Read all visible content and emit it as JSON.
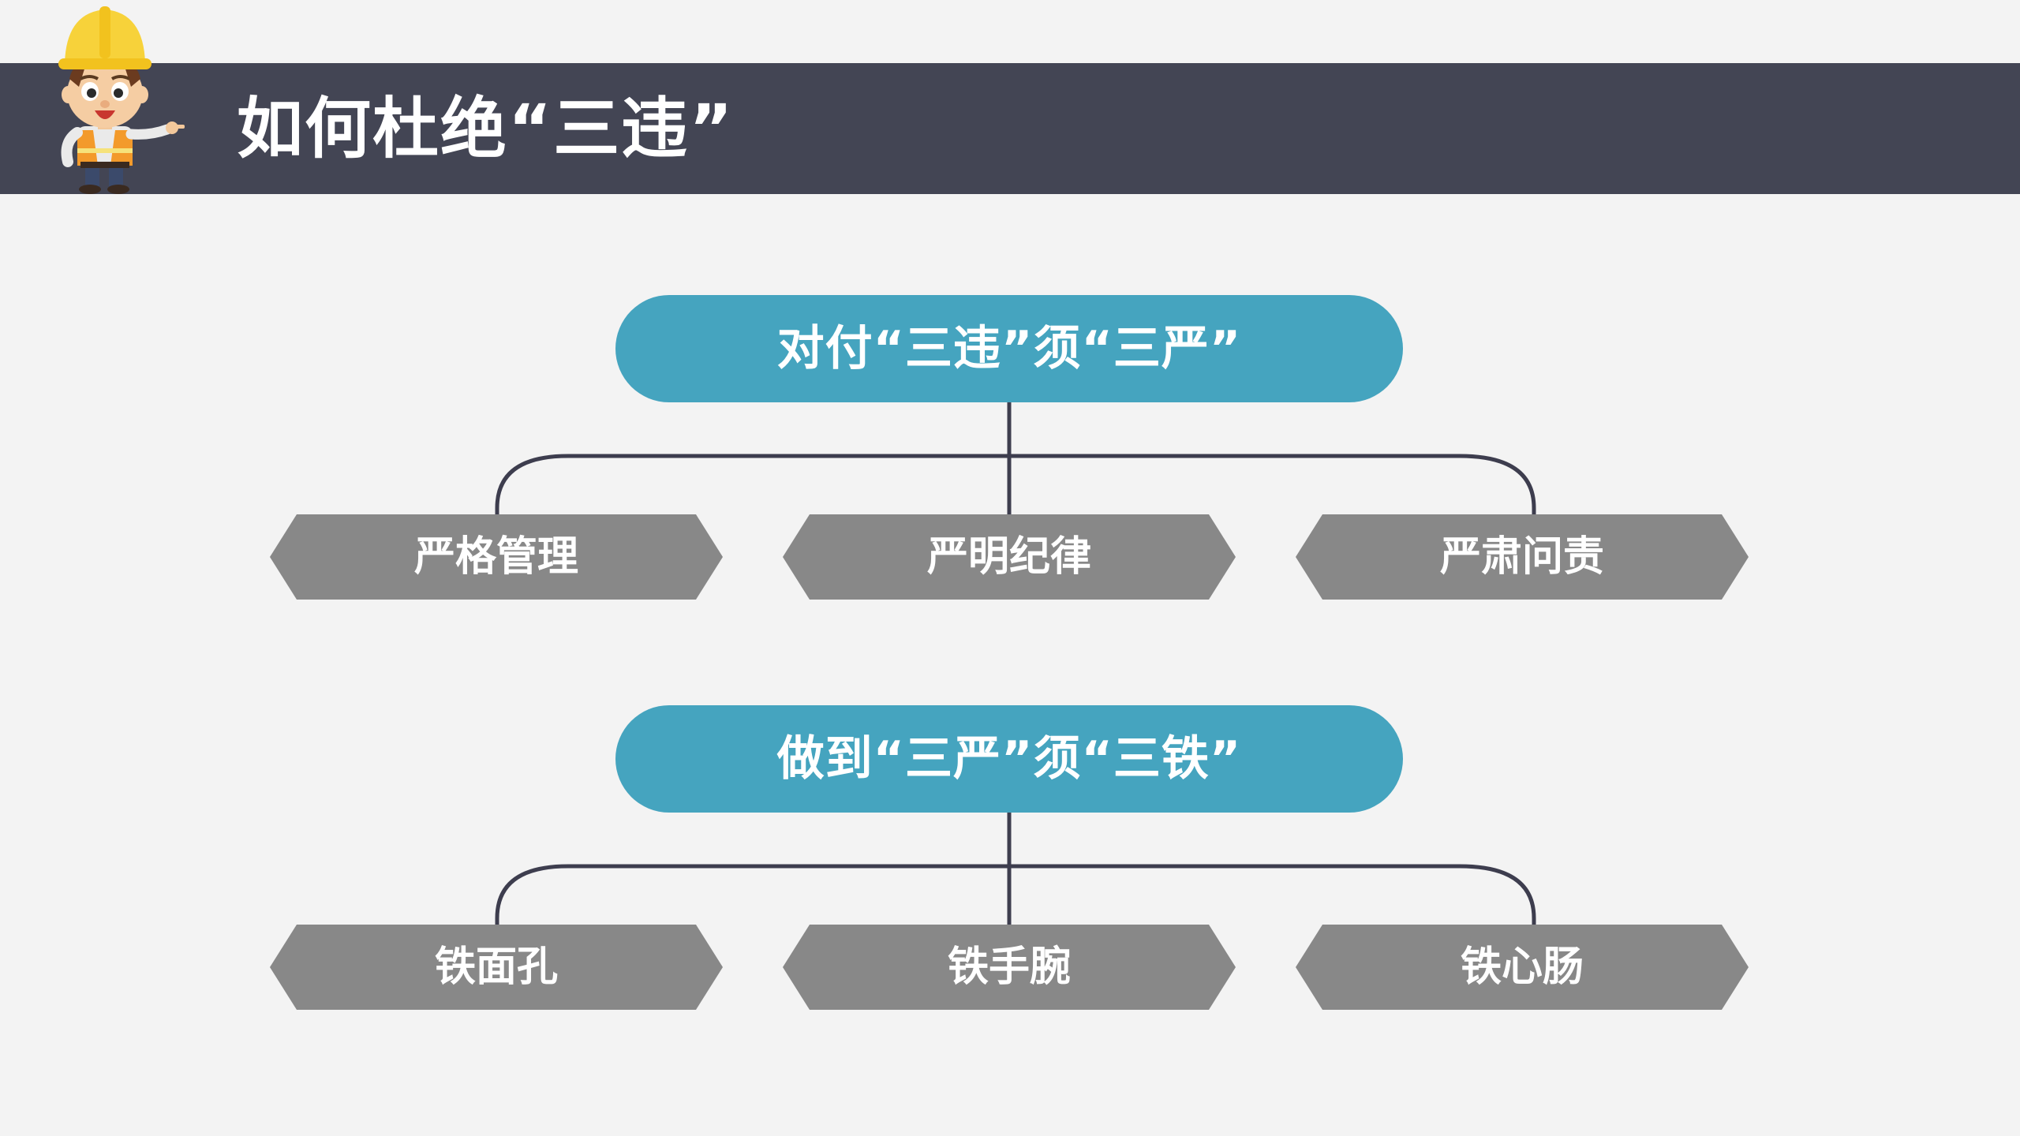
{
  "header": {
    "title": "如何杜绝“三违”"
  },
  "diagram": {
    "groups": [
      {
        "root": "对付“三违”须“三严”",
        "children": [
          "严格管理",
          "严明纪律",
          "严肃问责"
        ]
      },
      {
        "root": "做到“三严”须“三铁”",
        "children": [
          "铁面孔",
          "铁手腕",
          "铁心肠"
        ]
      }
    ]
  },
  "colors": {
    "header_bg": "#434554",
    "root_fill": "#45a4bf",
    "child_fill": "#888888",
    "connector": "#3d3d4e",
    "background": "#f3f3f3"
  },
  "icons": {
    "mascot": "construction-worker-mascot-icon"
  }
}
